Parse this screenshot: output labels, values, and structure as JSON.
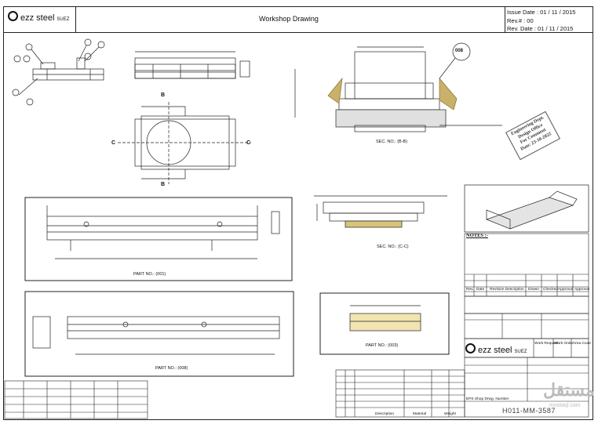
{
  "header": {
    "logo_text": "ezz steel",
    "logo_sub": "SUEZ",
    "title": "Workshop Drawing",
    "issue_date": "Issue Date : 01 / 11 / 2015",
    "rev": "Rev.# : 00",
    "rev_date": "Rev. Date : 01 / 11 / 2015"
  },
  "section_labels": {
    "sec_b": "SEC. NO.: (B-B)",
    "sec_c": "SEC. NO.: (C-C)",
    "part_001": "PART NO.: (001)",
    "part_008": "PART NO.: (008)",
    "part_003": "PART NO.: (003)",
    "mark_b_top": "B",
    "mark_b_bottom": "B",
    "mark_c_left": "C",
    "mark_c_right": "C",
    "balloon": "008"
  },
  "stamp": {
    "line1": "Engineering Dept.",
    "line2": "Design Office",
    "line3": "For Comment",
    "line4": "Date: 23-10-2022"
  },
  "notes": {
    "heading": "NOTES :-"
  },
  "title_block": {
    "logo_text": "ezz steel",
    "logo_sub": "SUEZ",
    "work_request": "Work Request",
    "work_order": "Work Order",
    "area_code": "Area Code",
    "description": "Description",
    "material": "Material",
    "weight": "Weight",
    "drawing_number": "H011-MM-3587",
    "dwg_label": "EPS Shop Drwg. Number",
    "rev_col": "Rev.",
    "date_col": "Date",
    "revision_description": "Revision Description",
    "drawn": "Drawn",
    "checked": "Checked",
    "approved": "Approval",
    "approved2": "Approval"
  },
  "watermark": {
    "arabic": "مستقل",
    "latin": "mostaql.com"
  }
}
